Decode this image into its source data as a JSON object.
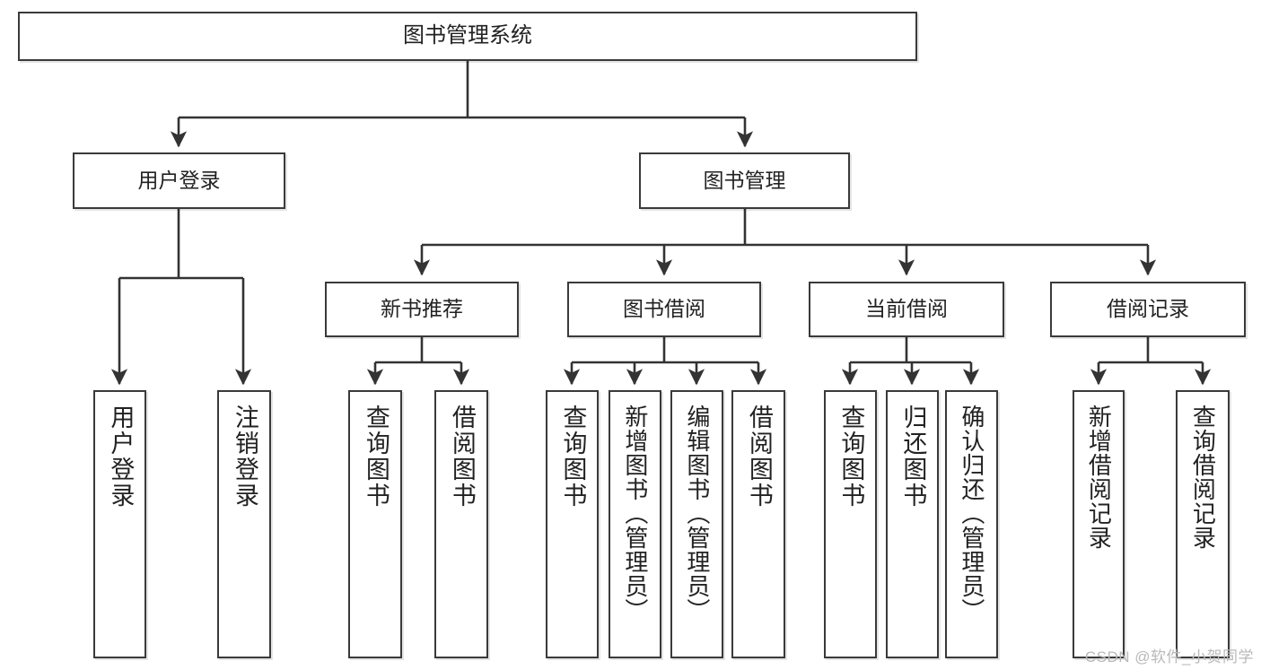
{
  "diagram": {
    "title": "图书管理系统",
    "type": "tree",
    "colors": {
      "box_border": "#3a3a3a",
      "box_fill": "#ffffff",
      "connector": "#333333",
      "text": "#222222",
      "watermark": "#b9b9b9"
    },
    "nodes": {
      "root": {
        "label": "图书管理系统"
      },
      "level1": [
        {
          "label": "用户登录"
        },
        {
          "label": "图书管理"
        }
      ],
      "level2": [
        {
          "label": "新书推荐"
        },
        {
          "label": "图书借阅"
        },
        {
          "label": "当前借阅"
        },
        {
          "label": "借阅记录"
        }
      ],
      "leaves": {
        "user_login": [
          {
            "label": "用户登录"
          },
          {
            "label": "注销登录"
          }
        ],
        "new_book_recommend": [
          {
            "label": "查询图书"
          },
          {
            "label": "借阅图书"
          }
        ],
        "book_borrow": [
          {
            "label": "查询图书"
          },
          {
            "label": "新增图书（管理员）"
          },
          {
            "label": "编辑图书（管理员）"
          },
          {
            "label": "借阅图书"
          }
        ],
        "current_borrow": [
          {
            "label": "查询图书"
          },
          {
            "label": "归还图书"
          },
          {
            "label": "确认归还（管理员）"
          }
        ],
        "borrow_record": [
          {
            "label": "新增借阅记录"
          },
          {
            "label": "查询借阅记录"
          }
        ]
      }
    },
    "watermark": "CSDN @软件_小贺同学"
  }
}
